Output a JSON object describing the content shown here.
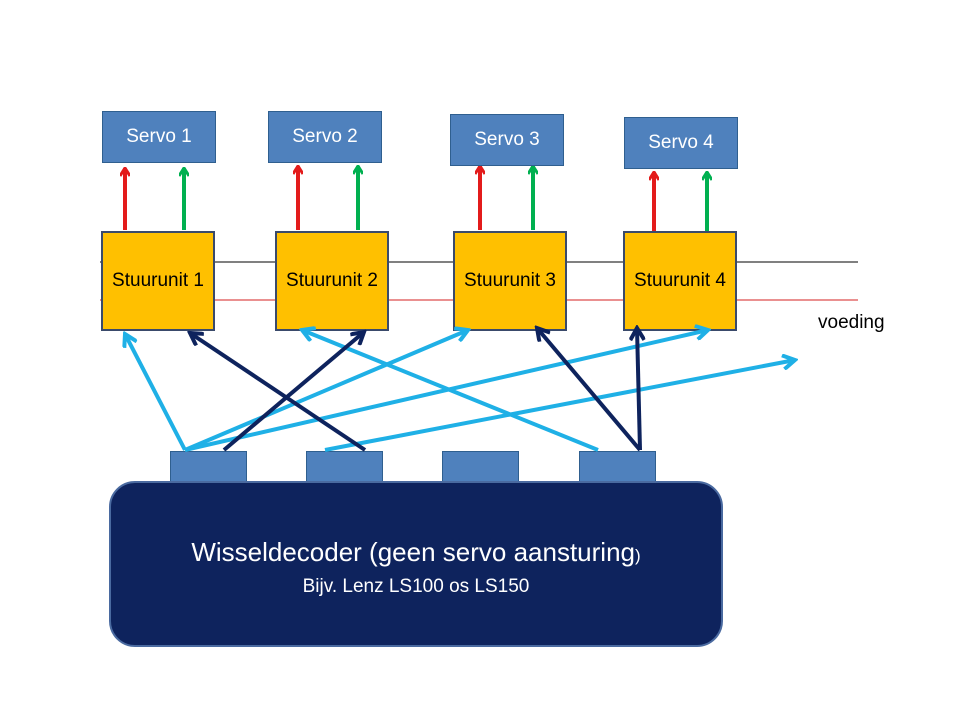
{
  "servos": [
    {
      "label": "Servo 1"
    },
    {
      "label": "Servo 2"
    },
    {
      "label": "Servo 3"
    },
    {
      "label": "Servo 4"
    }
  ],
  "units": [
    {
      "label": "Stuurunit 1"
    },
    {
      "label": "Stuurunit 2"
    },
    {
      "label": "Stuurunit 3"
    },
    {
      "label": "Stuurunit 4"
    }
  ],
  "decoder": {
    "title": "Wisseldecoder  (geen servo aansturing",
    "title_paren": ")",
    "subtitle": "Bijv. Lenz  LS100 os LS150"
  },
  "power_label": "voeding",
  "colors": {
    "servo_box": "#4f81bd",
    "unit_box": "#ffc000",
    "decoder_box": "#0e235d",
    "arrow_red": "#e31b1b",
    "arrow_green": "#00b050",
    "arrow_light_blue": "#1fb0e6",
    "arrow_dark_blue": "#0e235d",
    "power_line_red": "#d62020",
    "power_line_black": "#000000"
  }
}
